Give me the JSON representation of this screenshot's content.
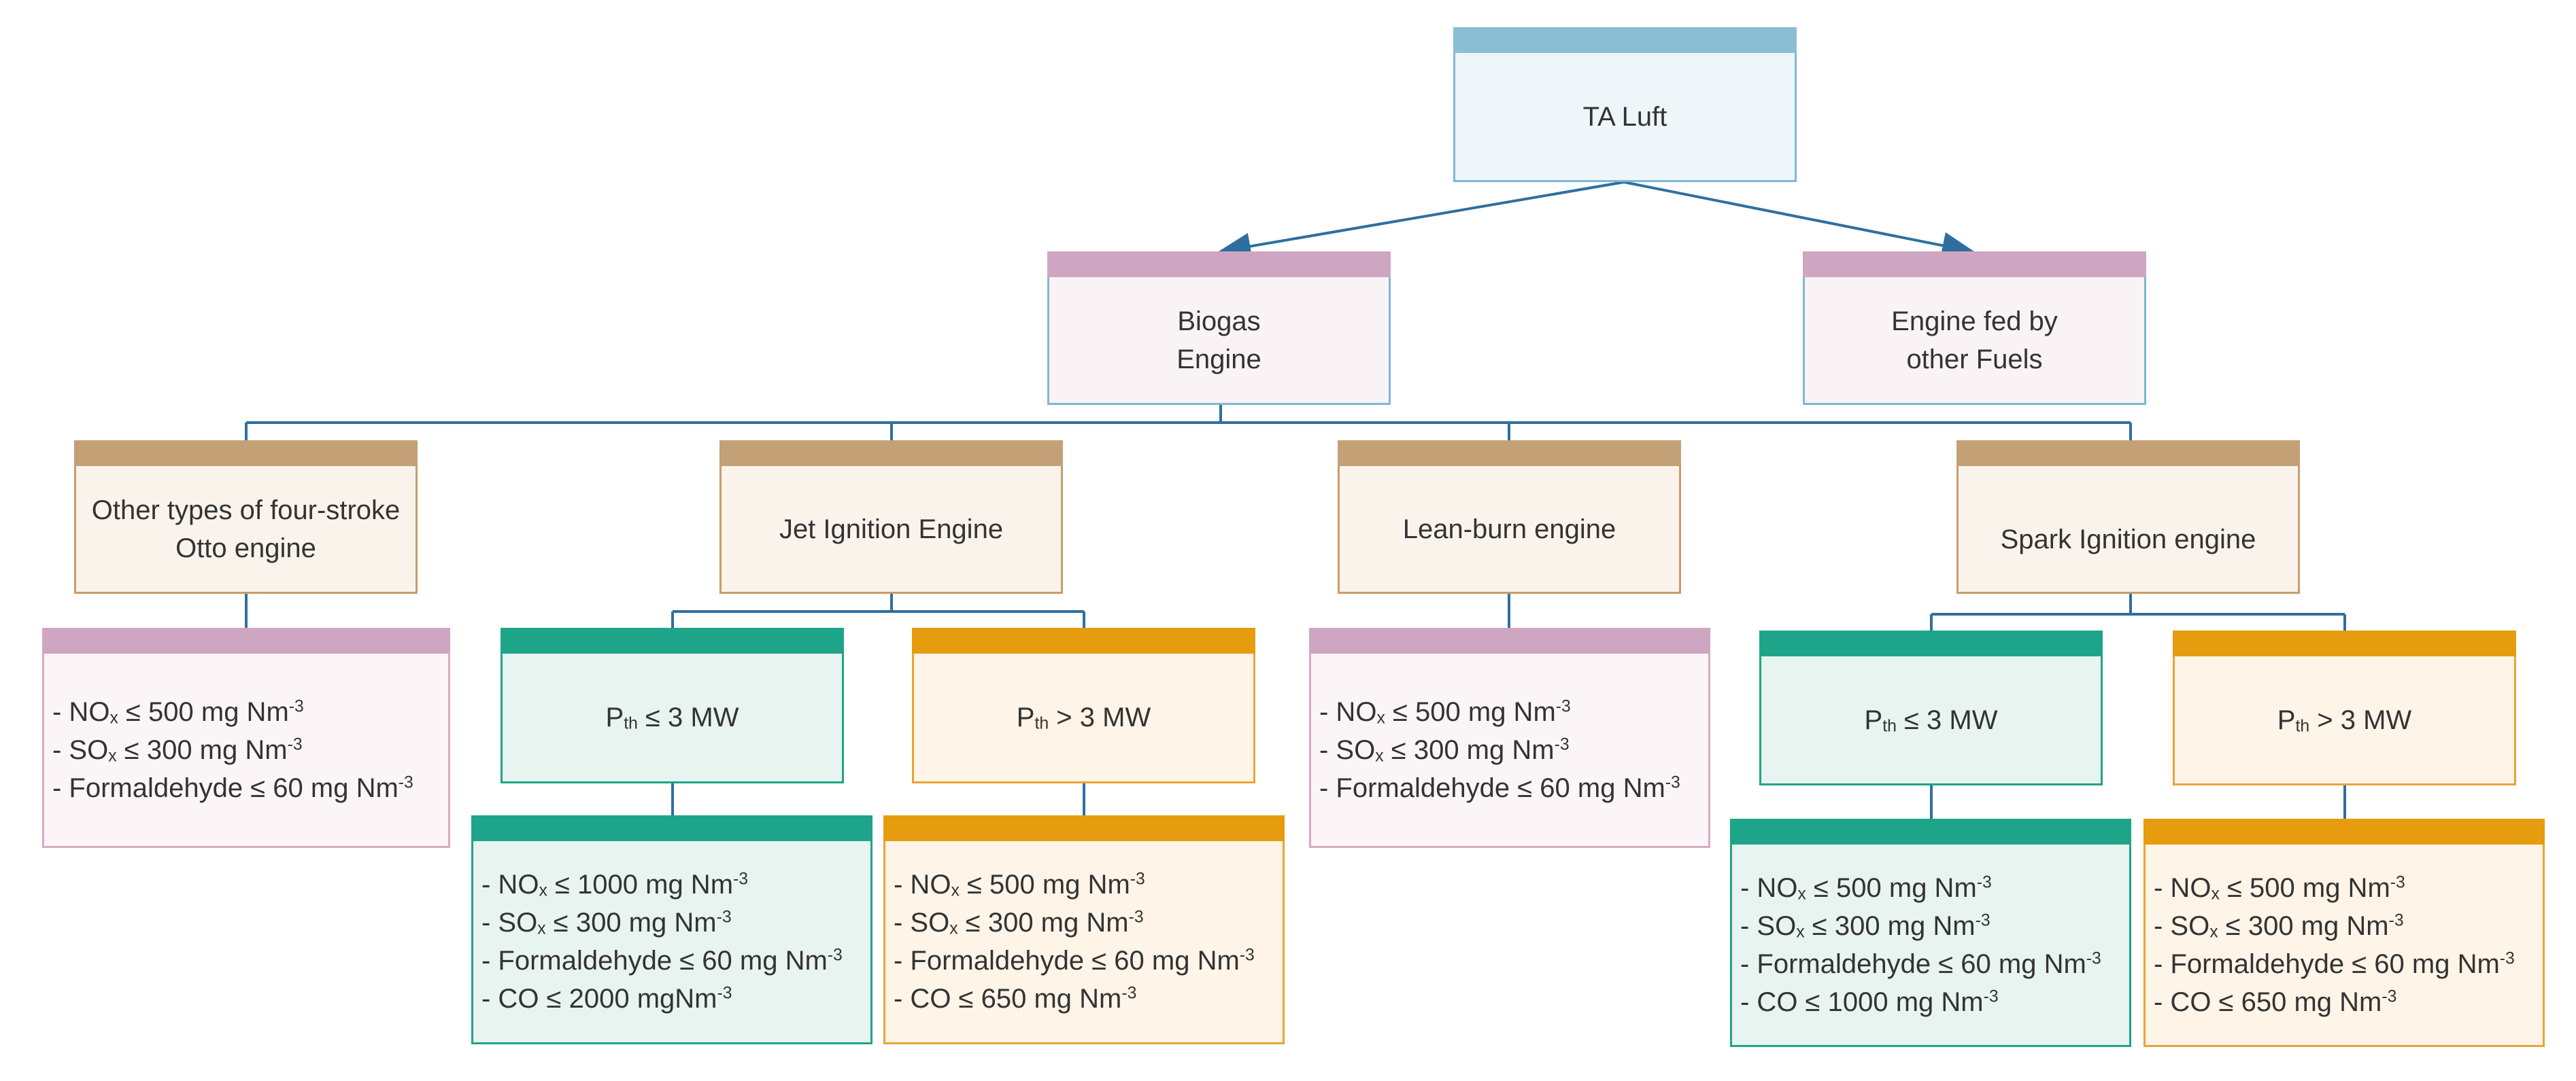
{
  "root": {
    "label": "TA Luft"
  },
  "level1": {
    "biogas": {
      "line1": "Biogas",
      "line2": "Engine"
    },
    "other_fuels": {
      "line1": "Engine fed by",
      "line2": "other Fuels"
    }
  },
  "engines": {
    "otto": {
      "line1": "Other types of four-stroke",
      "line2": "Otto engine"
    },
    "jet": {
      "label": "Jet Ignition Engine"
    },
    "lean": {
      "label": "Lean-burn engine"
    },
    "spark": {
      "label": "Spark Ignition engine"
    }
  },
  "power": {
    "p": "P",
    "sub": "th",
    "le_text": " ≤ 3 MW",
    "gt_text": " > 3 MW"
  },
  "limits": {
    "unit_sup": "-3",
    "otto": {
      "nox": "- NO",
      "nox_sub": "x",
      "nox_val": " ≤ 500 mg Nm",
      "sox": "- SO",
      "sox_sub": "x",
      "sox_val": " ≤ 300 mg Nm",
      "form": "- Formaldehyde ≤ 60 mg Nm"
    },
    "lean": {
      "nox": "- NO",
      "nox_sub": "x",
      "nox_val": " ≤ 500 mg Nm",
      "sox": "- SO",
      "sox_sub": "x",
      "sox_val": " ≤ 300 mg Nm",
      "form": "- Formaldehyde ≤ 60 mg Nm"
    },
    "jet_le3": {
      "nox": "- NO",
      "nox_sub": "x",
      "nox_val": " ≤ 1000 mg Nm",
      "sox": "- SO",
      "sox_sub": "x",
      "sox_val": " ≤ 300 mg Nm",
      "form": "- Formaldehyde ≤ 60 mg Nm",
      "co": "- CO ≤ 2000 mgNm"
    },
    "jet_gt3": {
      "nox": "- NO",
      "nox_sub": "x",
      "nox_val": " ≤ 500 mg Nm",
      "sox": "- SO",
      "sox_sub": "x",
      "sox_val": " ≤ 300 mg Nm",
      "form": "- Formaldehyde ≤ 60 mg Nm",
      "co": "- CO ≤ 650 mg Nm"
    },
    "spark_le3": {
      "nox": "- NO",
      "nox_sub": "x",
      "nox_val": " ≤ 500 mg Nm",
      "sox": "- SO",
      "sox_sub": "x",
      "sox_val": " ≤ 300 mg Nm",
      "form": "- Formaldehyde ≤ 60 mg Nm",
      "co": "- CO ≤ 1000 mg Nm"
    },
    "spark_gt3": {
      "nox": "- NO",
      "nox_sub": "x",
      "nox_val": " ≤ 500 mg Nm",
      "sox": "- SO",
      "sox_sub": "x",
      "sox_val": " ≤ 300 mg Nm",
      "form": "- Formaldehyde ≤ 60 mg Nm",
      "co": "- CO ≤ 650 mg Nm"
    }
  },
  "colors": {
    "connector": "#2f6f9f",
    "root_header": "#8abed4",
    "level1_header": "#cfa6c1",
    "engine_header": "#c4a077",
    "teal_header": "#1ea589",
    "orange_header": "#e69c0f"
  }
}
